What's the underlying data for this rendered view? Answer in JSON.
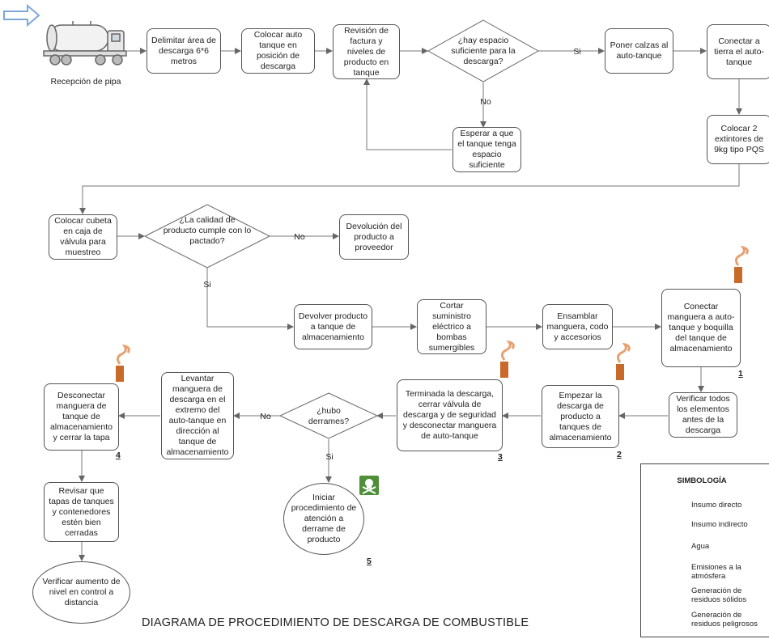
{
  "title": "DIAGRAMA DE PROCEDIMIENTO DE DESCARGA  DE COMBUSTIBLE",
  "nodes": {
    "recepcion": "Recepción de pipa",
    "delimitar": "Delimitar área de descarga 6*6 metros",
    "colocar_auto": "Colocar auto tanque en posición de descarga",
    "revision": "Revisión de factura y niveles de producto en tanque",
    "hay_espacio": "¿hay espacio suficiente para la descarga?",
    "calzas": "Poner calzas al auto-tanque",
    "tierra": "Conectar a tierra el auto-tanque",
    "esperar": "Esperar a que el tanque tenga espacio suficiente",
    "extintores": "Colocar 2 extintores de 9kg tipo PQS",
    "cubeta": "Colocar cubeta en caja de válvula para muestreo",
    "calidad": "¿La calidad de producto cumple con lo pactado?",
    "devolucion": "Devolución del producto a proveedor",
    "devolver": "Devolver producto a tanque de almacenamiento",
    "cortar": "Cortar suministro eléctrico a bombas sumergibles",
    "ensamblar": "Ensamblar manguera, codo y accesorios",
    "conectar_manguera": "Conectar manguera a auto-tanque y boquilla del tanque de almacenamiento",
    "verificar_elementos": "Verificar todos los elementos antes de la descarga",
    "empezar": "Empezar la descarga de producto a tanques de almacenamiento",
    "terminada": "Terminada la descarga, cerrar válvula de descarga y de seguridad  y desconectar manguera de auto-tanque",
    "derrames": "¿hubo derrames?",
    "levantar": "Levantar manguera de descarga en el extremo del auto-tanque en dirección al tanque de almacenamiento",
    "desconectar": "Desconectar manguera de tanque de almacenamiento y cerrar la tapa",
    "iniciar": "Iniciar procedimiento de atención a derrame de producto",
    "revisar_tapas": "Revisar que tapas de tanques y contenedores estén bien cerradas",
    "verificar_nivel": "Verificar aumento de nivel en control a distancia"
  },
  "edge_labels": {
    "si_1": "Si",
    "no_1": "No",
    "no_2": "No",
    "si_2": "Si",
    "no_3": "No",
    "si_3": "Si"
  },
  "numbers": {
    "n1": "1",
    "n2": "2",
    "n3": "3",
    "n4": "4",
    "n5": "5"
  },
  "legend": {
    "title": "SIMBOLOGÍA",
    "items": [
      {
        "label": "Insumo directo",
        "icon": "hollow-arrow-icon"
      },
      {
        "label": "Insumo indirecto",
        "icon": "blue-arrow-icon"
      },
      {
        "label": "Agua",
        "icon": "faucet-icon"
      },
      {
        "label": "Emisiones a la atmósfera",
        "icon": "chimney-icon"
      },
      {
        "label": "Generación de residuos sólidos",
        "icon": "barrel-icon"
      },
      {
        "label": "Generación de residuos peligrosos",
        "icon": "skull-icon"
      }
    ]
  },
  "colors": {
    "stroke": "#555555",
    "arrow_blue": "#7da7d9",
    "hazard_green": "#4f8f3a",
    "barrel": "#c86a2a"
  }
}
